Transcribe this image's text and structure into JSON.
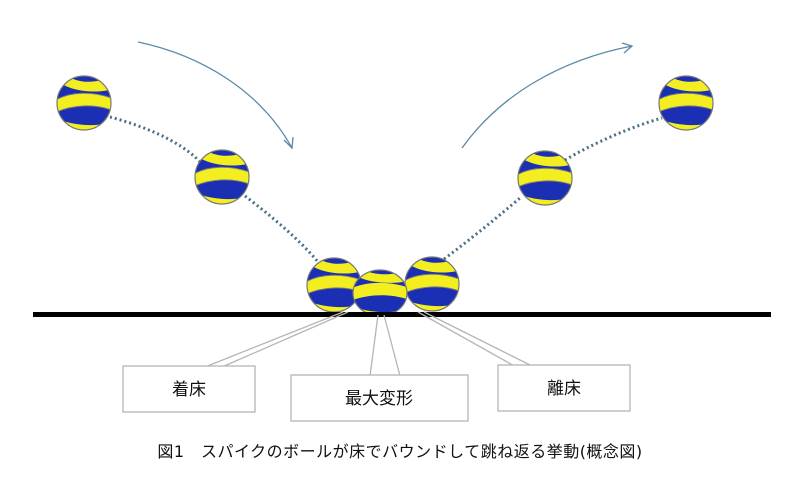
{
  "diagram": {
    "labels": {
      "landing": "着床",
      "max_deformation": "最大変形",
      "lift_off": "離床"
    },
    "caption": "図1　スパイクのボールが床でバウンドして跳ね返る挙動(概念図)",
    "colors": {
      "ball_blue": "#1a2fb4",
      "ball_yellow": "#f2ee1f",
      "trajectory": "#4a6f86",
      "arrow": "#5a8aa8",
      "floor": "#000000",
      "callout_border": "#b5b5b5"
    }
  }
}
